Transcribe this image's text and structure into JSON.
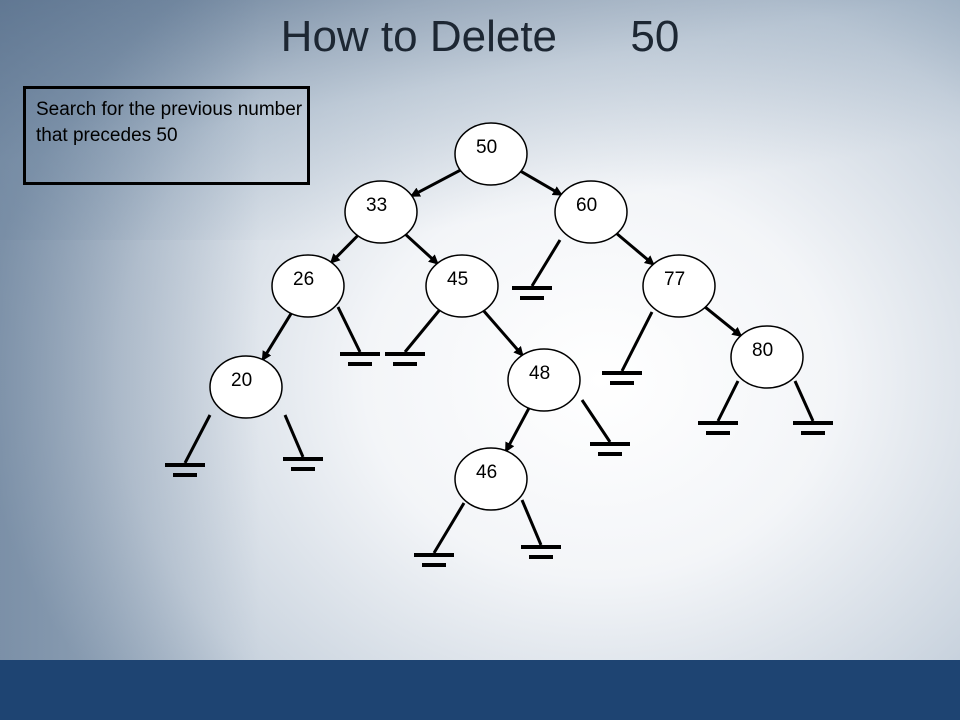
{
  "slide": {
    "title": "How to Delete      50",
    "note": "Search for the previous number that precedes 50"
  },
  "tree": {
    "nodes": [
      {
        "id": "n50",
        "label": "50"
      },
      {
        "id": "n33",
        "label": "33"
      },
      {
        "id": "n60",
        "label": "60"
      },
      {
        "id": "n26",
        "label": "26"
      },
      {
        "id": "n45",
        "label": "45"
      },
      {
        "id": "n77",
        "label": "77"
      },
      {
        "id": "n20",
        "label": "20"
      },
      {
        "id": "n48",
        "label": "48"
      },
      {
        "id": "n80",
        "label": "80"
      },
      {
        "id": "n46",
        "label": "46"
      }
    ]
  },
  "colors": {
    "footer": "#1e4472",
    "node_fill": "#ffffff",
    "edge": "#000000"
  }
}
